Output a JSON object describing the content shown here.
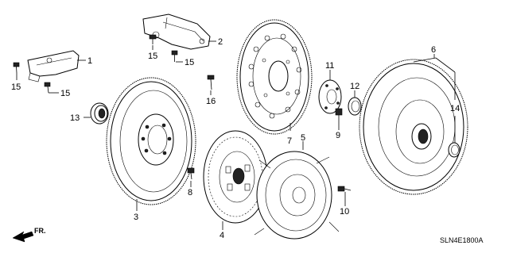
{
  "diagram": {
    "code": "SLN4E1800A",
    "direction_label": "FR.",
    "callouts": [
      {
        "id": "c1",
        "text": "1"
      },
      {
        "id": "c2",
        "text": "2"
      },
      {
        "id": "c3",
        "text": "3"
      },
      {
        "id": "c4",
        "text": "4"
      },
      {
        "id": "c5",
        "text": "5"
      },
      {
        "id": "c6",
        "text": "6"
      },
      {
        "id": "c7",
        "text": "7"
      },
      {
        "id": "c8",
        "text": "8"
      },
      {
        "id": "c9",
        "text": "9"
      },
      {
        "id": "c10",
        "text": "10"
      },
      {
        "id": "c11",
        "text": "11"
      },
      {
        "id": "c12",
        "text": "12"
      },
      {
        "id": "c13",
        "text": "13"
      },
      {
        "id": "c14",
        "text": "14"
      },
      {
        "id": "c15a",
        "text": "15"
      },
      {
        "id": "c15b",
        "text": "15"
      },
      {
        "id": "c15c",
        "text": "15"
      },
      {
        "id": "c15d",
        "text": "15"
      },
      {
        "id": "c16",
        "text": "16"
      }
    ]
  }
}
